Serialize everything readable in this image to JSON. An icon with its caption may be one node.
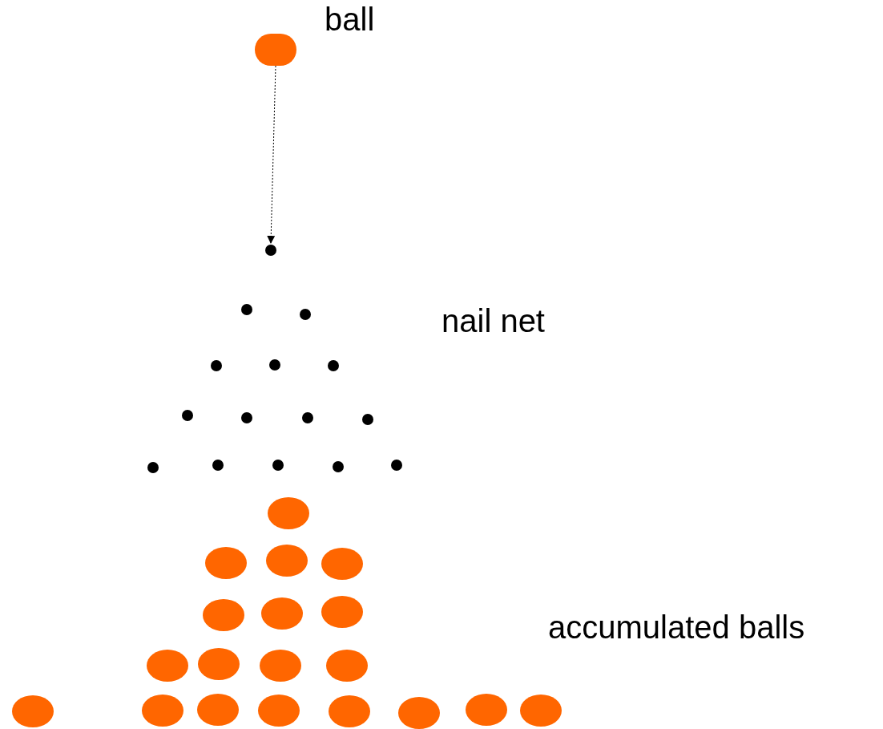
{
  "diagram": {
    "nodes": [
      {
        "text": [],
        "shape": "circle",
        "beside": [
          "ball"
        ]
      },
      {
        "text": [],
        "shape": "circle"
      }
    ],
    "edges": [
      {
        "from": 0,
        "to": 1,
        "arrow": "to",
        "style": "dashed"
      }
    ],
    "labels": [
      "nail net",
      "accumulated balls"
    ]
  }
}
